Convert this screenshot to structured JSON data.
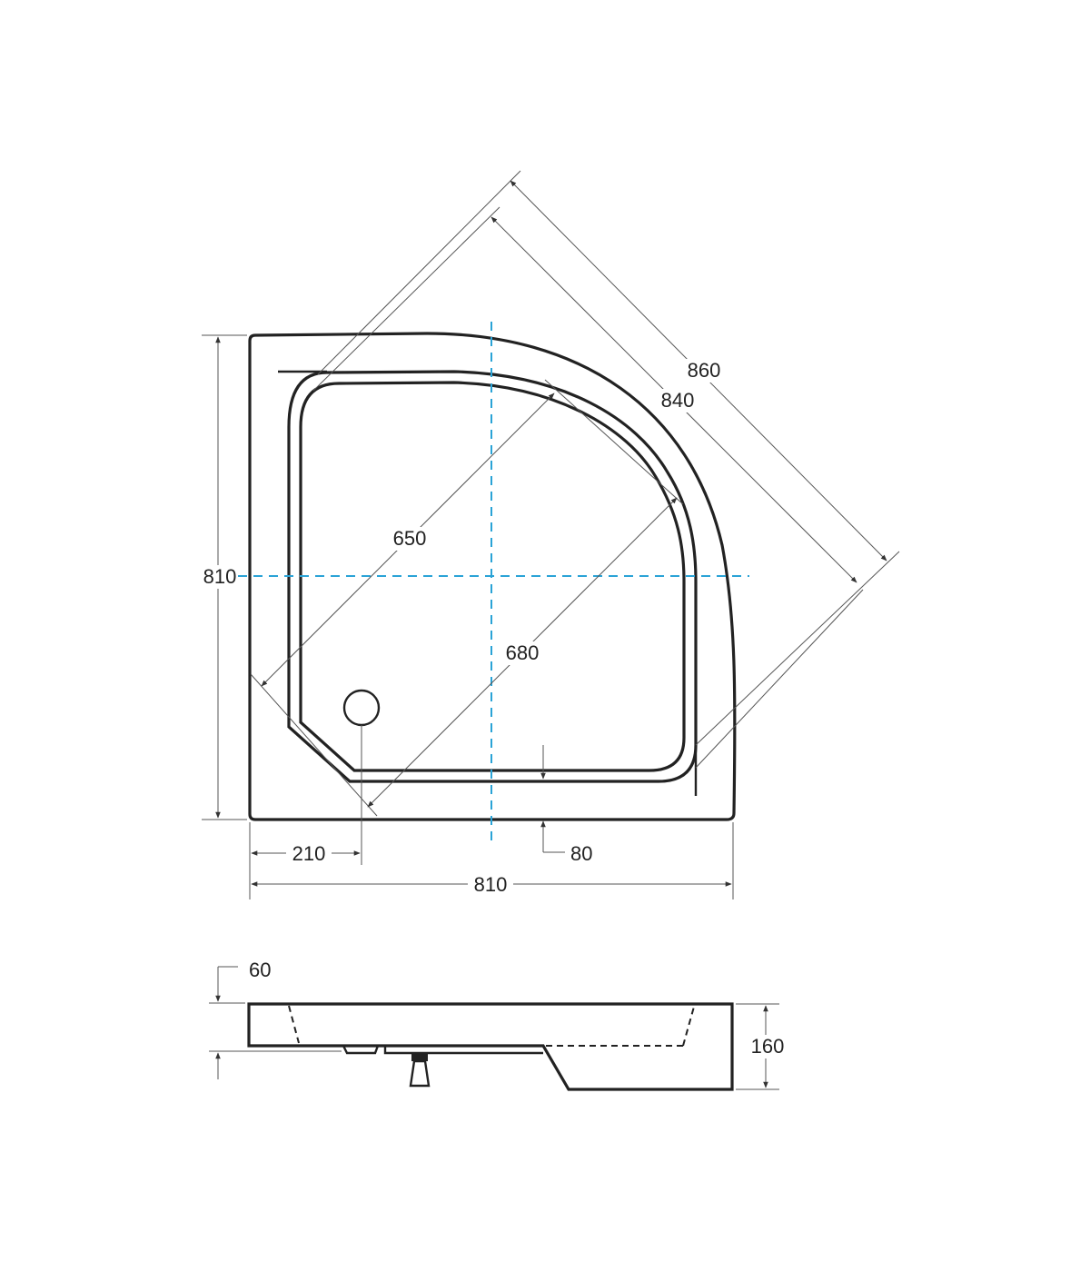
{
  "dimensions": {
    "top_view": {
      "height": "810",
      "width": "810",
      "outer_diagonal": "860",
      "inner_diagonal": "840",
      "inner_radius": "650",
      "inner_diagonal_span": "680",
      "drain_offset": "210",
      "rim_width": "80"
    },
    "side_view": {
      "rim_depth": "60",
      "total_height": "160"
    }
  },
  "colors": {
    "outline": "#222222",
    "dimension_line": "#555555",
    "center_axis": "#2aa3d6"
  }
}
